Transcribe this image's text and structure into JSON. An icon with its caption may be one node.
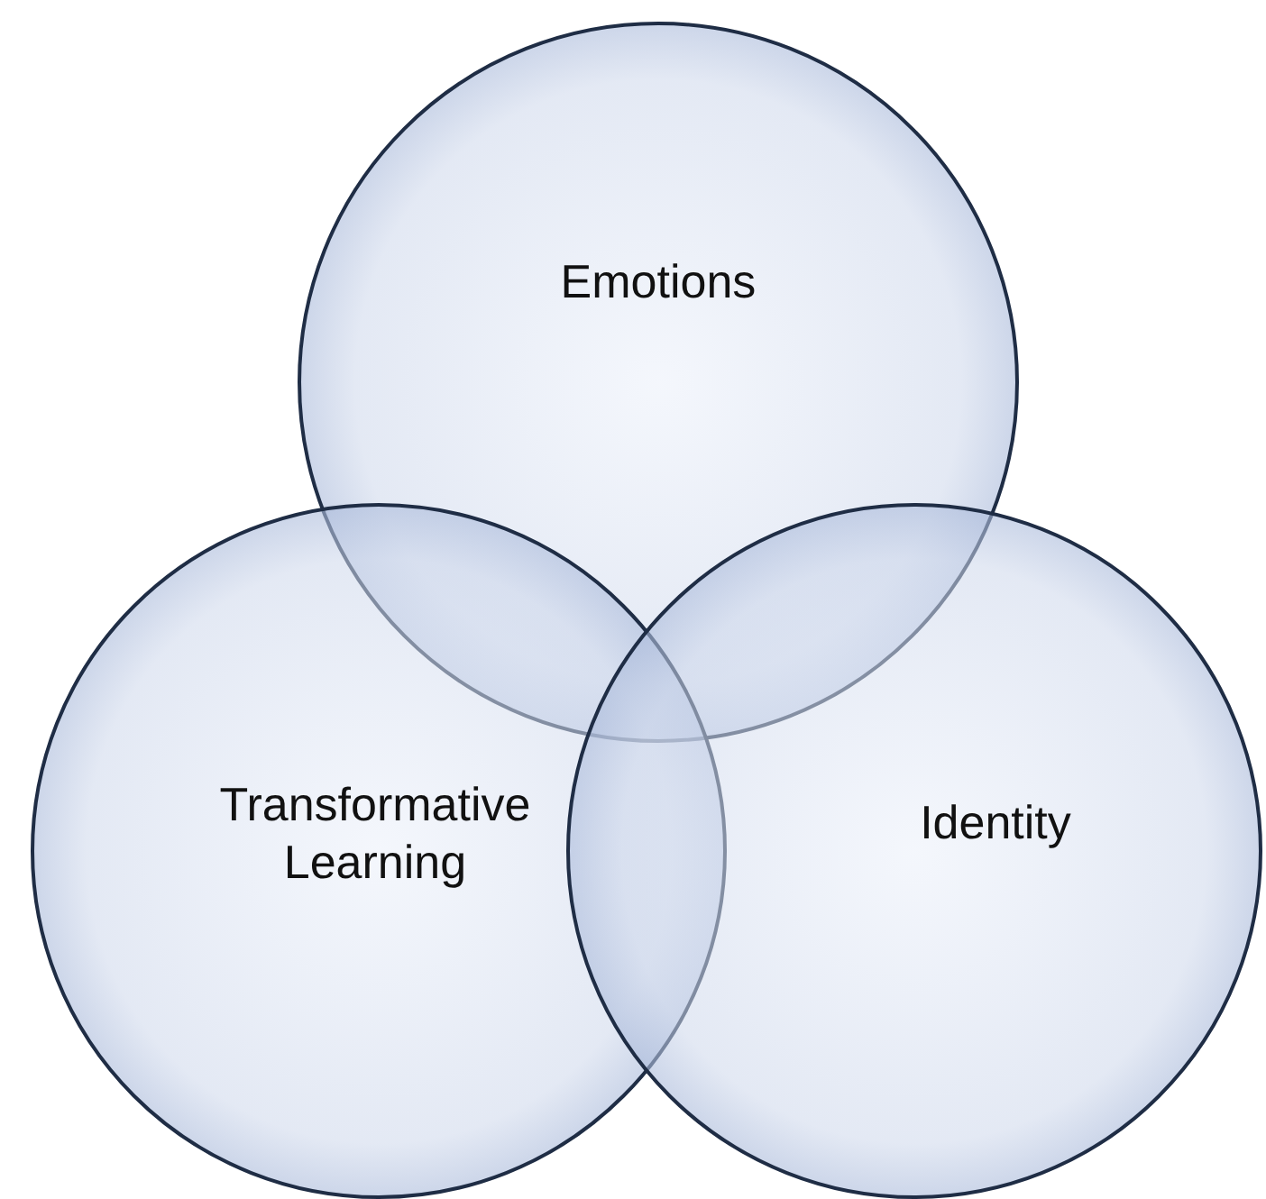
{
  "diagram": {
    "nodes": [
      {
        "text": [
          "Emotions"
        ]
      },
      {
        "text": [
          "Transformative Learning"
        ]
      },
      {
        "text": [
          "Identity"
        ]
      }
    ]
  }
}
